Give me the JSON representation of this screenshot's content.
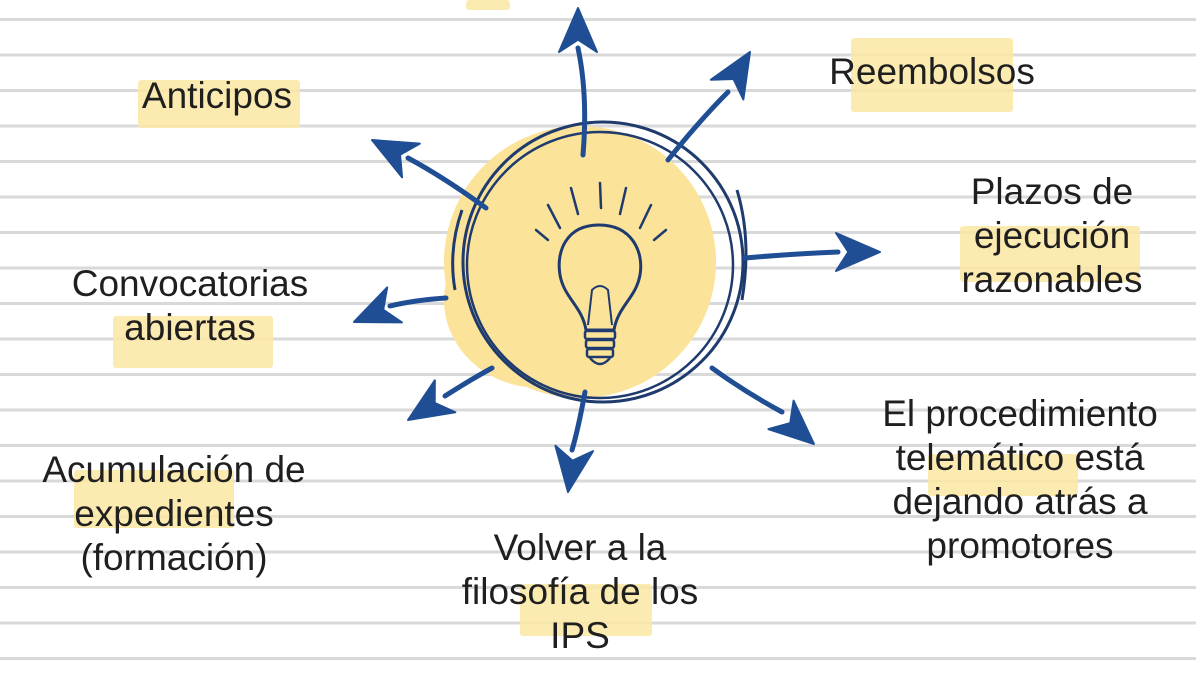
{
  "background": {
    "paper": "#ffffff",
    "rule_line": "#d9d9d9"
  },
  "colors": {
    "arrow": "#1f4e94",
    "bulb_fill": "#fbe39a",
    "highlight": "#fbe7a3",
    "text": "#1f1f1f"
  },
  "center": {
    "icon": "lightbulb-icon"
  },
  "ideas": [
    {
      "id": "anticipos",
      "lines": [
        "Anticipos"
      ]
    },
    {
      "id": "reembolsos",
      "lines": [
        "Reembolsos"
      ]
    },
    {
      "id": "plazos",
      "lines": [
        "Plazos de",
        "ejecución",
        "razonables"
      ]
    },
    {
      "id": "convocatorias",
      "lines": [
        "Convocatorias",
        "abiertas"
      ]
    },
    {
      "id": "acumulacion",
      "lines": [
        "Acumulación de",
        "expedientes",
        "(formación)"
      ]
    },
    {
      "id": "volver",
      "lines": [
        "Volver a la",
        "filosofía de los",
        "IPS"
      ]
    },
    {
      "id": "telematico",
      "lines": [
        "El procedimiento",
        "telemático está",
        "dejando atrás a",
        "promotores"
      ]
    }
  ]
}
